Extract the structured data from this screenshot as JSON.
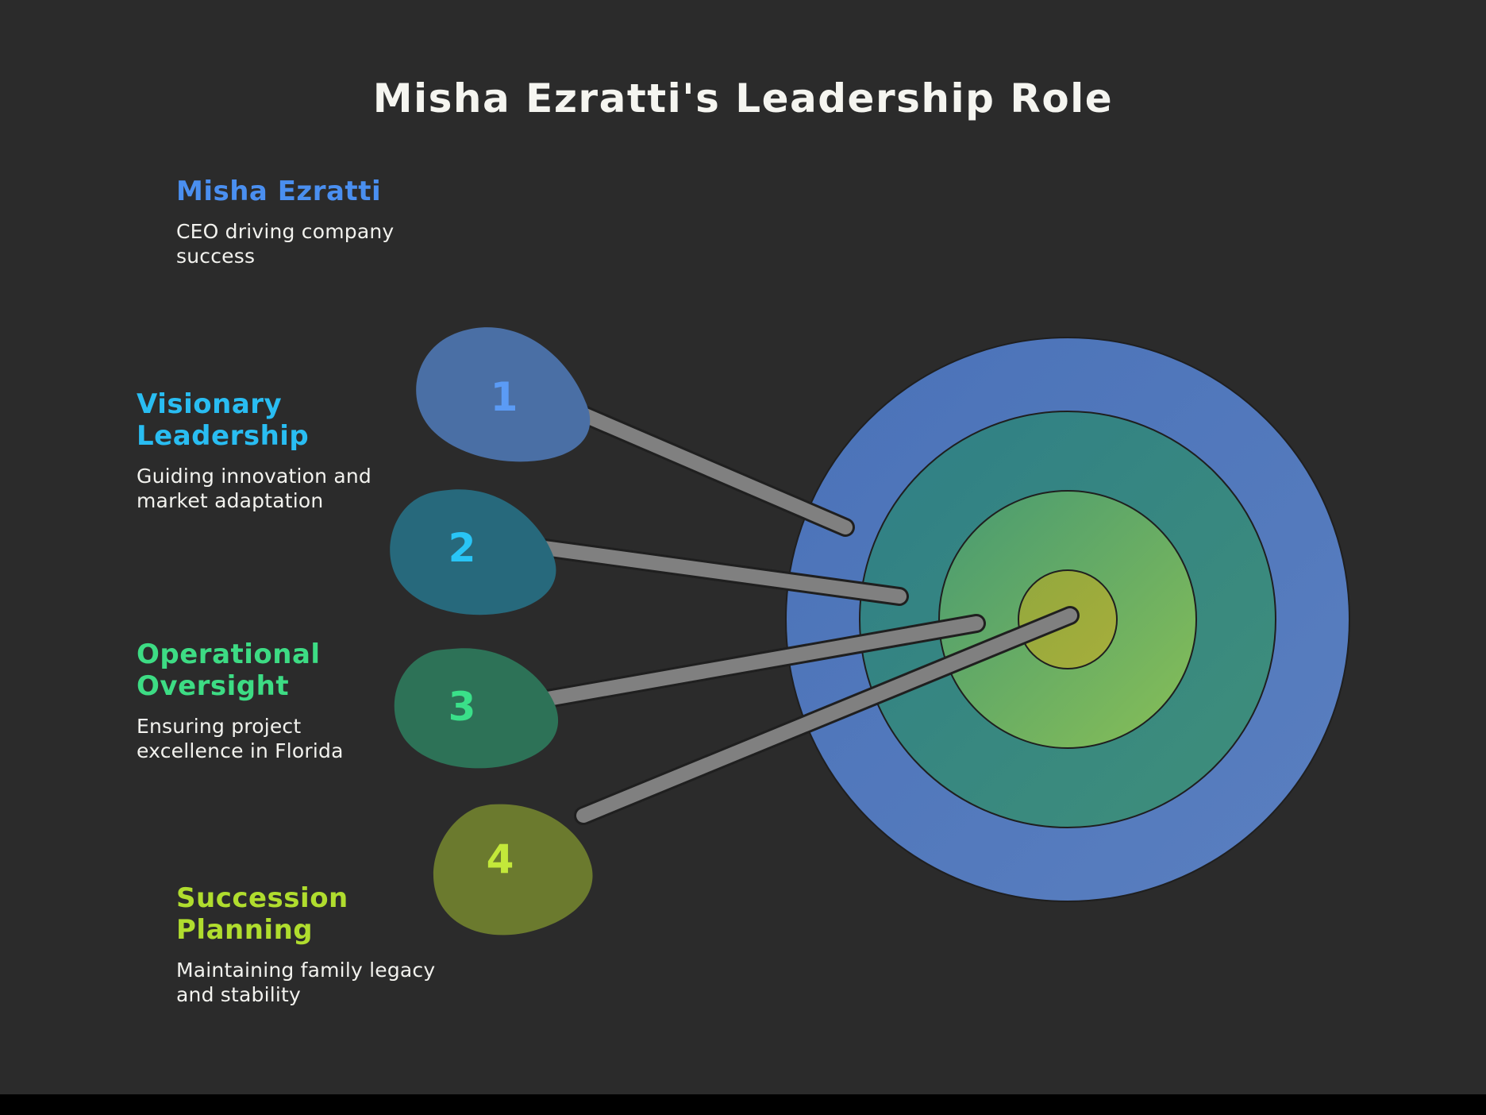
{
  "title": "Misha Ezratti's Leadership Role",
  "background_color": "#2b2b2b",
  "connector_color": "#808080",
  "items": [
    {
      "number": "1",
      "heading": "Misha Ezratti",
      "description": "CEO driving company success",
      "heading_color": "#4a8ff0",
      "blob_color": "#4a6fa5",
      "number_color": "#5b9bf5"
    },
    {
      "number": "2",
      "heading": "Visionary Leadership",
      "description": "Guiding innovation and market adaptation",
      "heading_color": "#29bdf2",
      "blob_color": "#27697c",
      "number_color": "#29c5f6"
    },
    {
      "number": "3",
      "heading": "Operational Oversight",
      "description": "Ensuring project excellence in Florida",
      "heading_color": "#3ddc84",
      "blob_color": "#2d7257",
      "number_color": "#3ae089"
    },
    {
      "number": "4",
      "heading": "Succession Planning",
      "description": "Maintaining family legacy and stability",
      "heading_color": "#b0dd2e",
      "blob_color": "#6b7a2e",
      "number_color": "#c3e83a"
    }
  ],
  "target": {
    "rings": [
      {
        "label": "outer-ring",
        "color_start": "#4a72b8",
        "color_end": "#5a7fc0",
        "radius": 355
      },
      {
        "label": "second-ring",
        "color_start": "#2f7f87",
        "color_end": "#3f8f7a",
        "radius": 262
      },
      {
        "label": "third-ring",
        "color_start": "#4a9a6f",
        "color_end": "#86bd57",
        "radius": 162
      },
      {
        "label": "bullseye",
        "color_start": "#93a83e",
        "color_end": "#a3ad3c",
        "radius": 62
      }
    ],
    "outline_color": "#1f1f1f"
  }
}
